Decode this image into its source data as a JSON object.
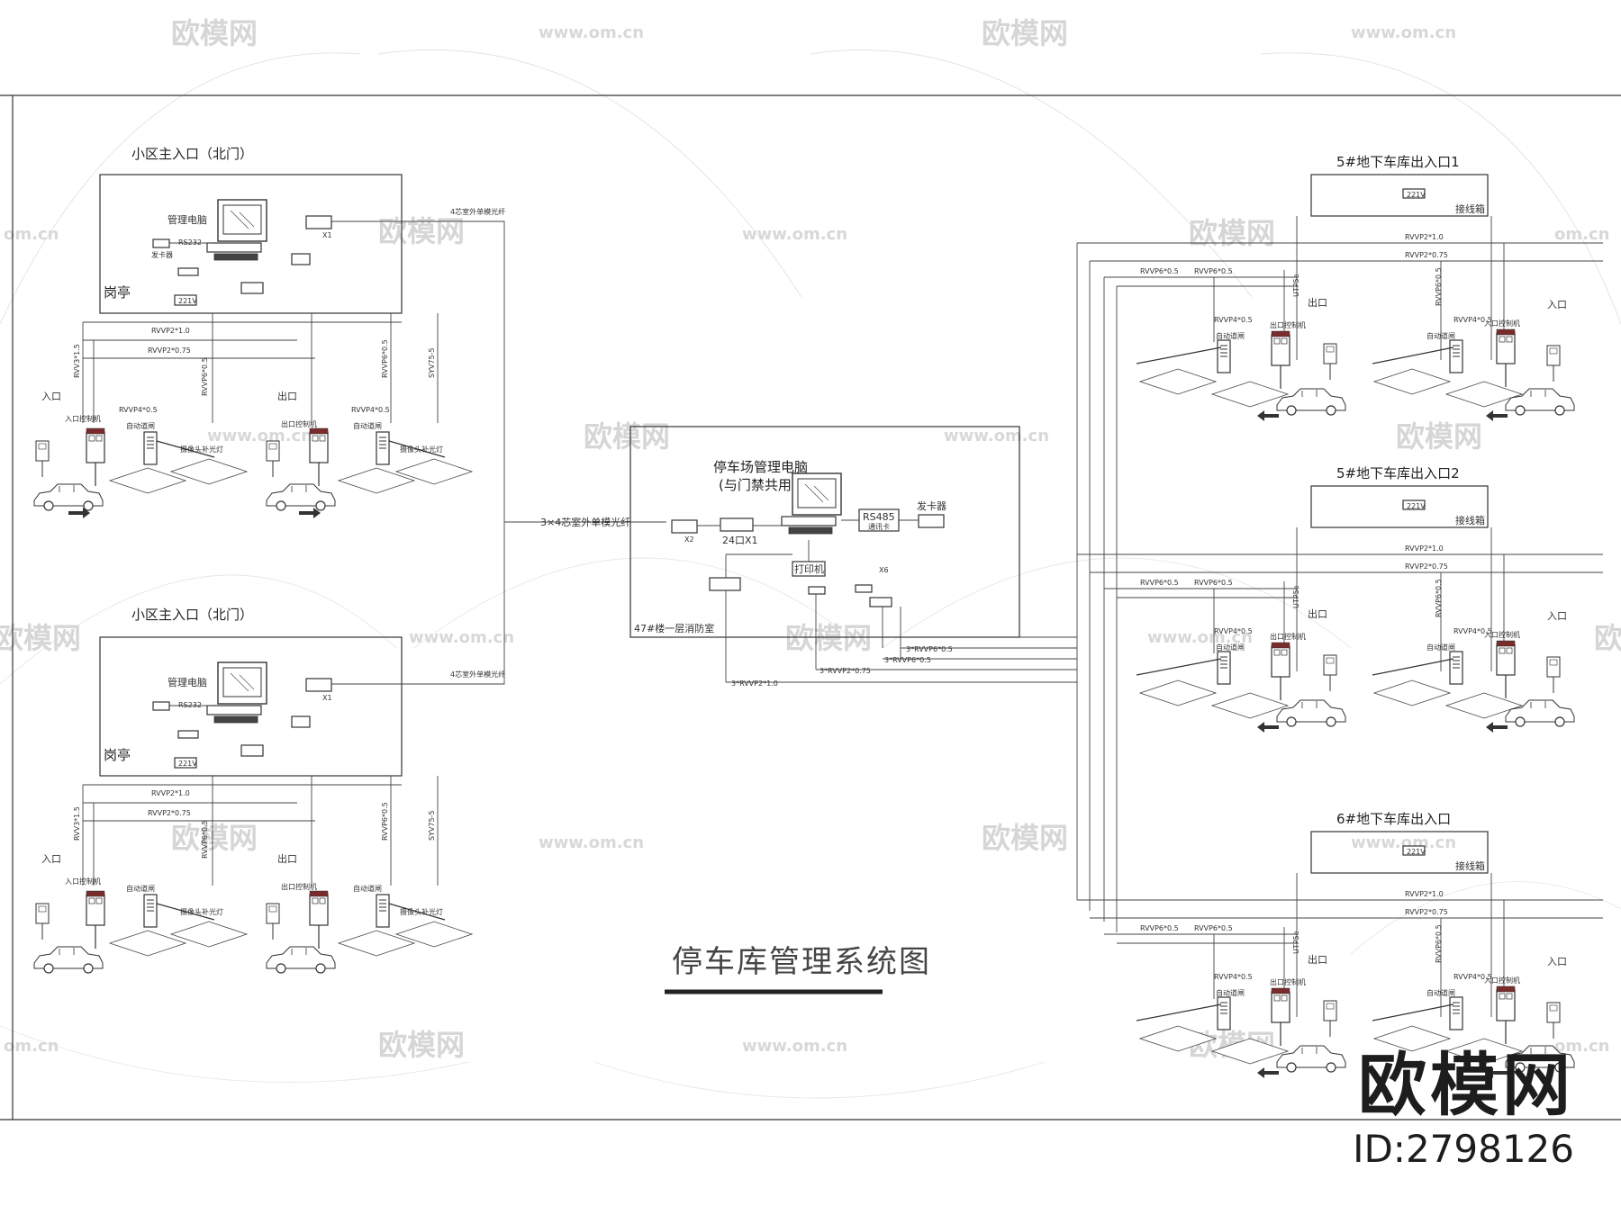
{
  "title": "停车库管理系统图",
  "watermark": {
    "logo": "欧模网",
    "url": "www.om.cn",
    "url_short": "om.cn",
    "partial": "欧模网"
  },
  "brand": {
    "name": "欧模网",
    "id": "ID:2798126"
  },
  "north_gate": {
    "heading": "小区主入口（北门）",
    "pc_label": "管理电脑",
    "kiosk_label": "岗亭",
    "fiber_label": "4芯室外单模光纤",
    "switch_label": "X1",
    "card_issuer": "发卡器",
    "power_label": "221V",
    "rs232": "RS232",
    "cable_1": "RVVP2*1.0",
    "cable_075": "RVVP2*0.75",
    "cable_15": "RVV3*1.5",
    "cable_rvvp6": "RVVP6*0.5",
    "cable_syv": "SYV75-5",
    "entrance": "入口",
    "exit": "出口",
    "entry_controller": "入口控制机",
    "exit_controller": "出口控制机",
    "barrier": "自动道闸",
    "camera": "摄像头补光灯",
    "rvvp4": "RVVP4*0.5"
  },
  "central": {
    "pc_label_1": "停车场管理电脑",
    "pc_label_2": "(与门禁共用)",
    "rs485_1": "RS485",
    "rs485_2": "通讯卡",
    "issuer": "发卡器",
    "printer": "打印机",
    "port_box": "24口X1",
    "switch_x2": "X2",
    "switch_x6": "X6",
    "room": "47#楼一层消防室",
    "fiber_main": "3×4芯室外单模光纤",
    "cable_a": "3*RVVP6*0.5",
    "cable_b": "3*RVVP6*0.5",
    "cable_c": "3*RVVP2*0.75",
    "cable_d": "3*RVVP2*1.0"
  },
  "garages": [
    {
      "heading": "5#地下车库出入口1"
    },
    {
      "heading": "5#地下车库出入口2"
    },
    {
      "heading": "6#地下车库出入口"
    }
  ],
  "garage_common": {
    "junction": "接线箱",
    "power": "221V",
    "cable_1": "RVVP2*1.0",
    "cable_075": "RVVP2*0.75",
    "cable_rvvp6": "RVVP6*0.5",
    "cable_utp": "UTP5e",
    "entrance": "入口",
    "exit": "出口",
    "entry_controller": "入口控制机",
    "exit_controller": "出口控制机",
    "barrier": "自动道闸",
    "rvvp4": "RVVP4*0.5"
  }
}
